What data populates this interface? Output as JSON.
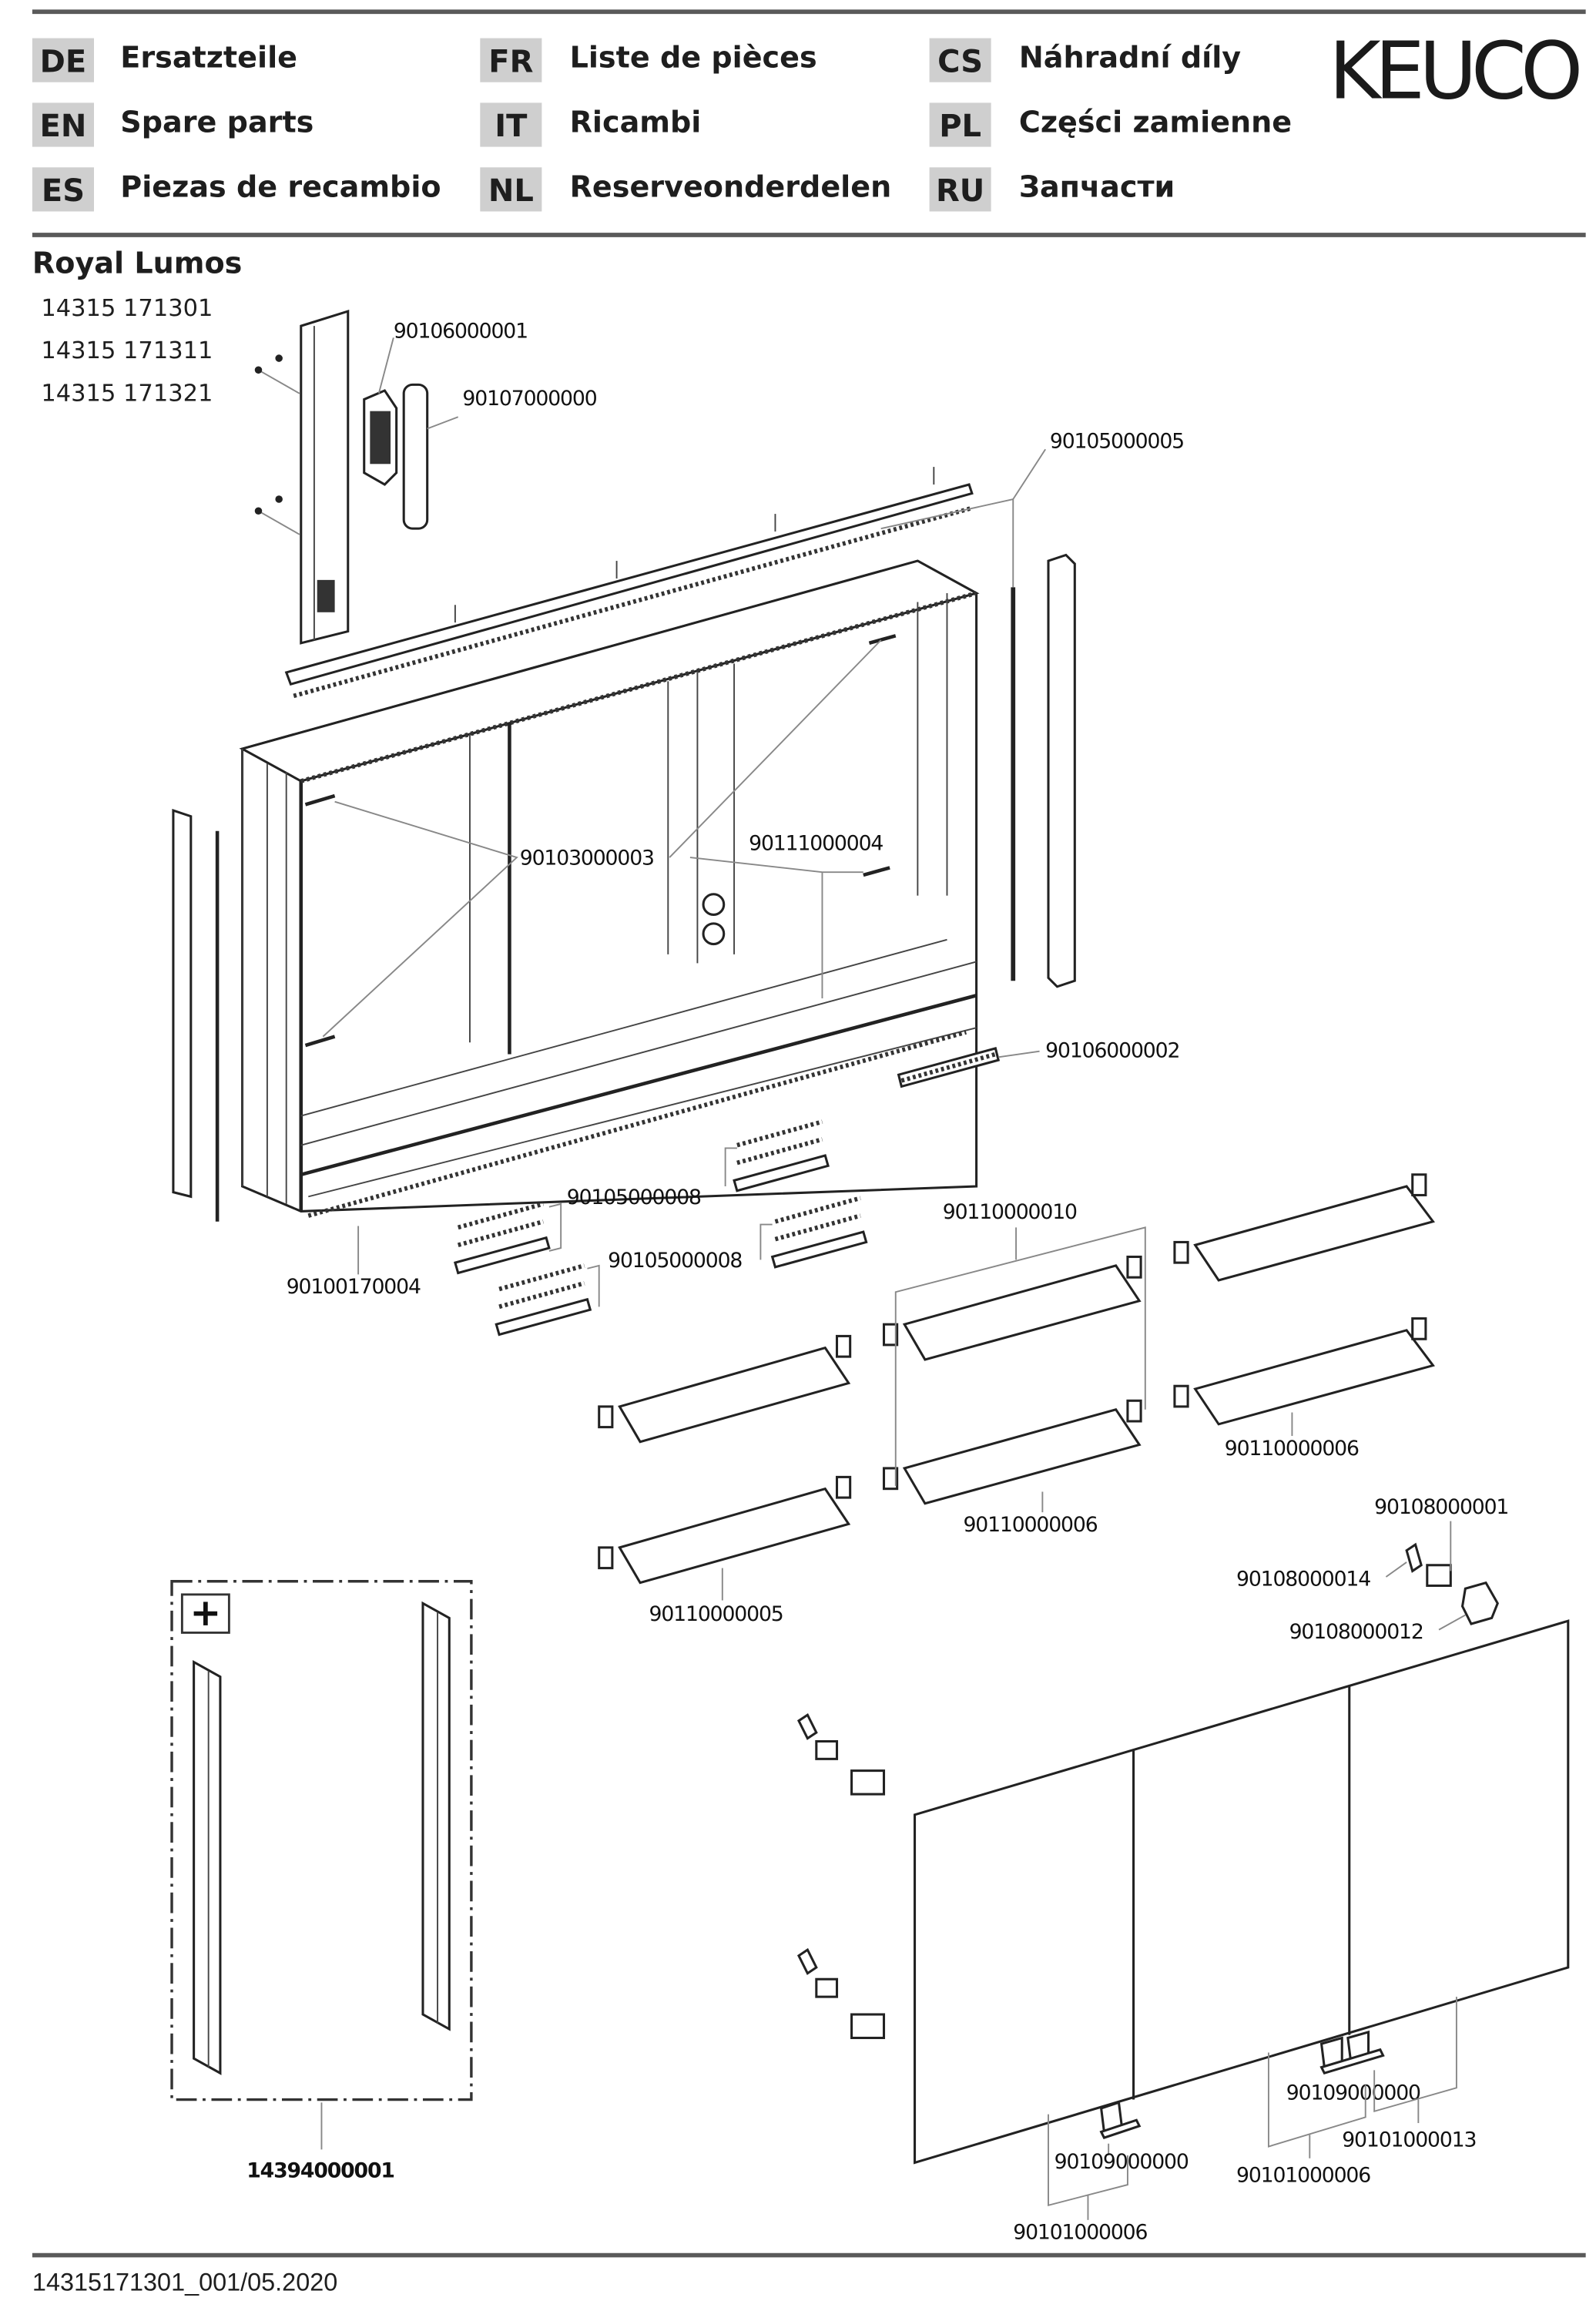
{
  "brand": "KEUCO",
  "languages": [
    {
      "code": "DE",
      "label": "Ersatzteile"
    },
    {
      "code": "EN",
      "label": "Spare parts"
    },
    {
      "code": "ES",
      "label": "Piezas de recambio"
    },
    {
      "code": "FR",
      "label": "Liste de pièces"
    },
    {
      "code": "IT",
      "label": "Ricambi"
    },
    {
      "code": "NL",
      "label": "Reserveonderdelen"
    },
    {
      "code": "CS",
      "label": "Náhradní díly"
    },
    {
      "code": "PL",
      "label": "Części zamienne"
    },
    {
      "code": "RU",
      "label": "Запчасти"
    }
  ],
  "product": {
    "name": "Royal Lumos",
    "article_numbers": [
      "14315 171301",
      "14315 171311",
      "14315 171321"
    ]
  },
  "parts": {
    "control_module": "90106000001",
    "control_cover": "90107000000",
    "profile_strips_right": "90105000005",
    "led_light_strips": "90103000003",
    "shelf_light_strips": "90111000004",
    "sensor_bar": "90106000002",
    "light_profiles_a": "90105000008",
    "light_profiles_b": "90105000008",
    "bottom_strip": "90100170004",
    "shelf_set_top": "90110000010",
    "glass_shelf_right": "90110000006",
    "glass_shelf_middle": "90110000006",
    "glass_shelf_left": "90110000005",
    "hinge": "90108000001",
    "hinge_cover": "90108000014",
    "hinge_plate": "90108000012",
    "handle_left": "90109000000",
    "handle_right": "90109000000",
    "door_left": "90101000006",
    "door_middle": "90101000006",
    "door_right": "90101000013",
    "accessory_set": "14394000001"
  },
  "accessory_icon": "plus-icon",
  "footer": {
    "doc_id": "14315171301_001/05.2020"
  }
}
